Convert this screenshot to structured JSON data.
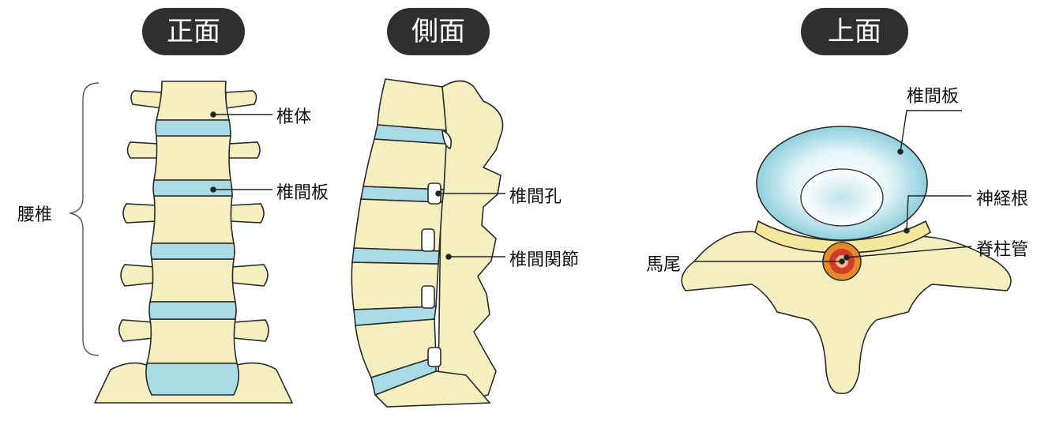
{
  "views": {
    "front": "正面",
    "side": "側面",
    "top": "上面"
  },
  "labels": {
    "lumbar": "腰椎",
    "vertebral_body": "椎体",
    "disc_front": "椎間板",
    "foramen": "椎間孔",
    "facet_joint": "椎間関節",
    "disc_top": "椎間板",
    "nerve_root": "神経根",
    "cauda_equina": "馬尾",
    "spinal_canal": "脊柱管"
  },
  "colors": {
    "bone": "#f5efc0",
    "bone_outline": "#2a2a2a",
    "disc": "#a9dbe6",
    "disc_center": "#e4f5f8",
    "canal_outer": "#e58a2a",
    "canal_inner": "#d23a2a",
    "pill": "#2f2f2f"
  }
}
